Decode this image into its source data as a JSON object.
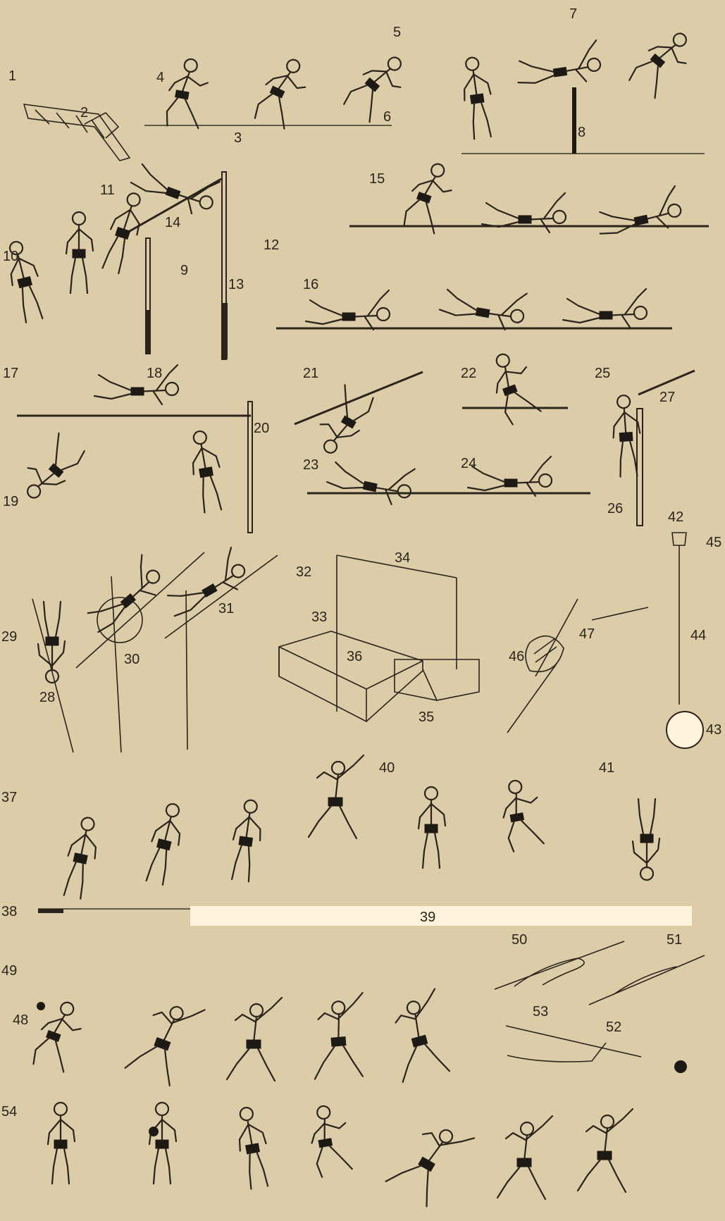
{
  "plate": {
    "background": "#dccca8",
    "ink": "#2a241c",
    "runway_color": "#fff3dc",
    "labels": {
      "n1": "1",
      "n2": "2",
      "n3": "3",
      "n4": "4",
      "n5": "5",
      "n6": "6",
      "n7": "7",
      "n8": "8",
      "n9": "9",
      "n10": "10",
      "n11": "11",
      "n12": "12",
      "n13": "13",
      "n14": "14",
      "n15": "15",
      "n16": "16",
      "n17": "17",
      "n18": "18",
      "n19": "19",
      "n20": "20",
      "n21": "21",
      "n22": "22",
      "n23": "23",
      "n24": "24",
      "n25": "25",
      "n26": "26",
      "n27": "27",
      "n28": "28",
      "n29": "29",
      "n30": "30",
      "n31": "31",
      "n32": "32",
      "n33": "33",
      "n34": "34",
      "n35": "35",
      "n36": "36",
      "n37": "37",
      "n38": "38",
      "n39": "39",
      "n40": "40",
      "n41": "41",
      "n42": "42",
      "n43": "43",
      "n44": "44",
      "n45": "45",
      "n46": "46",
      "n47": "47",
      "n48": "48",
      "n49": "49",
      "n50": "50",
      "n51": "51",
      "n52": "52",
      "n53": "53",
      "n54": "54"
    }
  }
}
